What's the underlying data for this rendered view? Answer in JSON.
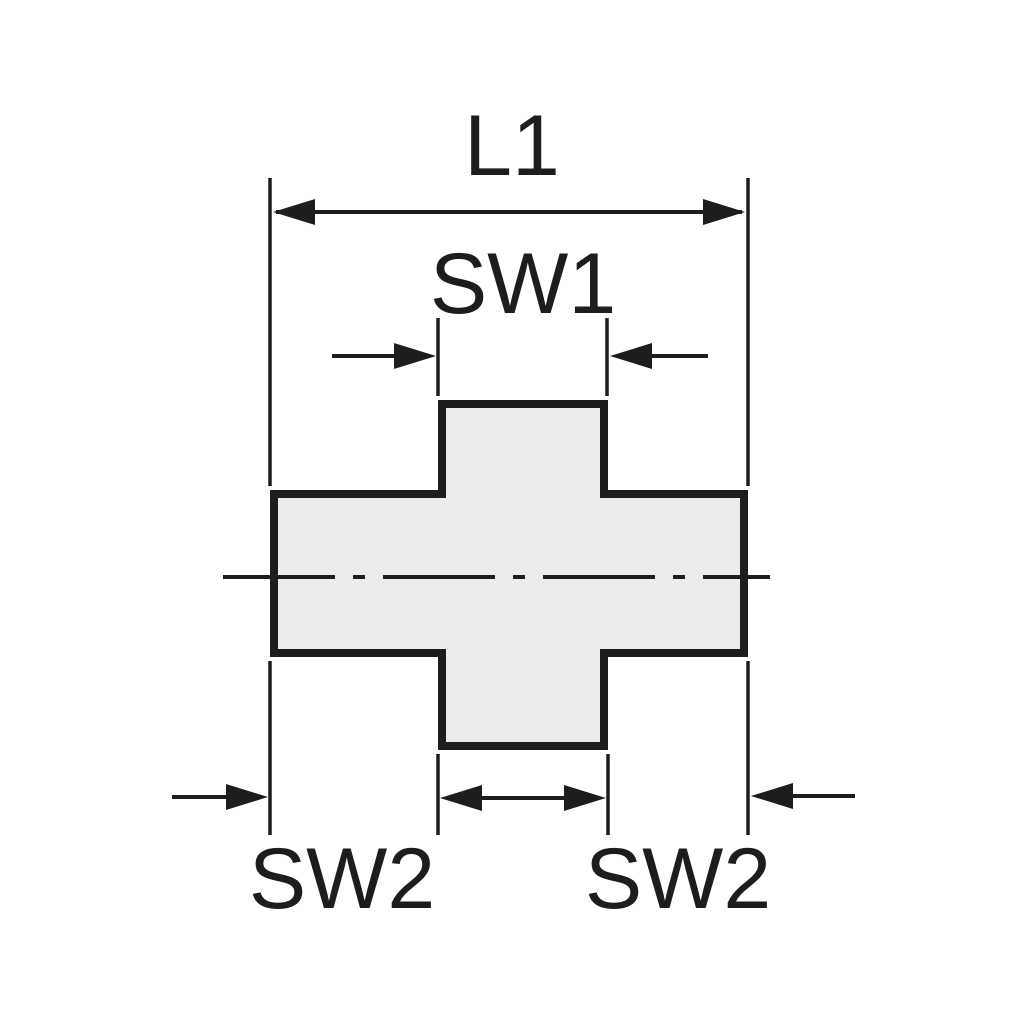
{
  "diagram": {
    "labels": {
      "l1": "L1",
      "sw1": "SW1",
      "sw2_left": "SW2",
      "sw2_right": "SW2"
    },
    "colors": {
      "background": "#ffffff",
      "line": "#1d1d1b",
      "part_fill": "#ececec"
    }
  }
}
